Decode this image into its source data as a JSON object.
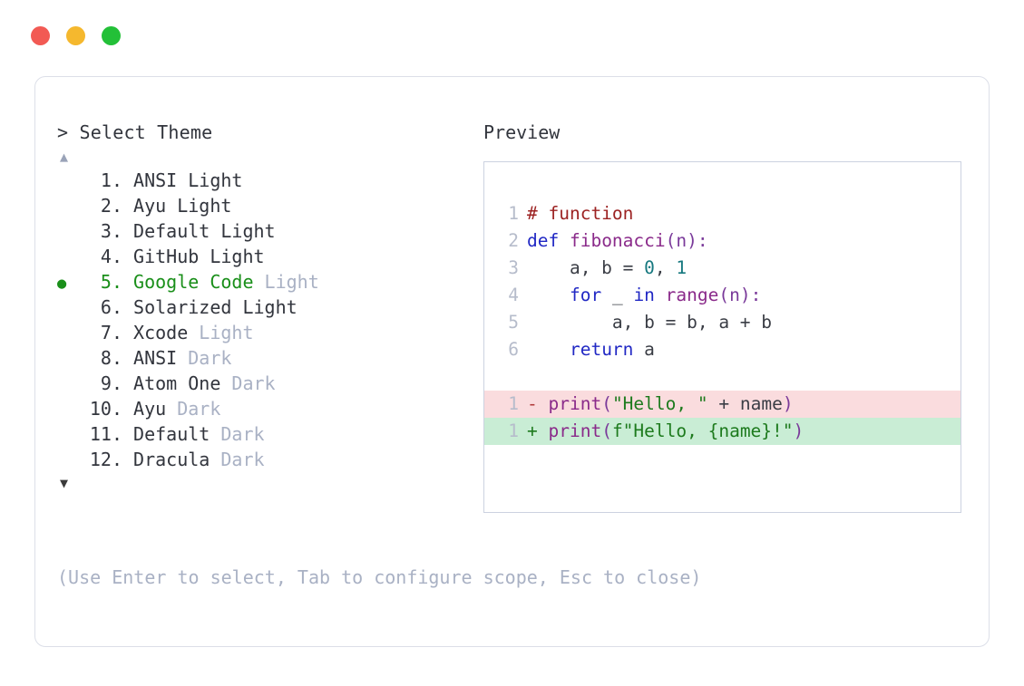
{
  "window": {
    "traffic_lights": [
      {
        "name": "close-button",
        "color": "#f25a54"
      },
      {
        "name": "minimize-button",
        "color": "#f5b82e"
      },
      {
        "name": "maximize-button",
        "color": "#23c038"
      }
    ]
  },
  "selector": {
    "prompt": "> Select Theme",
    "scroll_up_indicator": "▲",
    "scroll_down_indicator": "▼",
    "selected_index": 5,
    "selected_marker": "●",
    "items": [
      {
        "number": " 1.",
        "name": "ANSI",
        "suffix": " Light",
        "suffix_dim": false,
        "selected": false,
        "marker": ""
      },
      {
        "number": " 2.",
        "name": "Ayu",
        "suffix": " Light",
        "suffix_dim": false,
        "selected": false,
        "marker": ""
      },
      {
        "number": " 3.",
        "name": "Default",
        "suffix": " Light",
        "suffix_dim": false,
        "selected": false,
        "marker": ""
      },
      {
        "number": " 4.",
        "name": "GitHub",
        "suffix": " Light",
        "suffix_dim": false,
        "selected": false,
        "marker": ""
      },
      {
        "number": " 5.",
        "name": "Google Code",
        "suffix": " Light",
        "suffix_dim": true,
        "selected": true,
        "marker": "●"
      },
      {
        "number": " 6.",
        "name": "Solarized",
        "suffix": " Light",
        "suffix_dim": false,
        "selected": false,
        "marker": ""
      },
      {
        "number": " 7.",
        "name": "Xcode",
        "suffix": " Light",
        "suffix_dim": true,
        "selected": false,
        "marker": ""
      },
      {
        "number": " 8.",
        "name": "ANSI",
        "suffix": " Dark",
        "suffix_dim": true,
        "selected": false,
        "marker": ""
      },
      {
        "number": " 9.",
        "name": "Atom One",
        "suffix": " Dark",
        "suffix_dim": true,
        "selected": false,
        "marker": ""
      },
      {
        "number": "10.",
        "name": "Ayu",
        "suffix": " Dark",
        "suffix_dim": true,
        "selected": false,
        "marker": ""
      },
      {
        "number": "11.",
        "name": "Default",
        "suffix": " Dark",
        "suffix_dim": true,
        "selected": false,
        "marker": ""
      },
      {
        "number": "12.",
        "name": "Dracula",
        "suffix": " Dark",
        "suffix_dim": true,
        "selected": false,
        "marker": ""
      }
    ],
    "hint": "(Use Enter to select, Tab to configure scope, Esc to close)"
  },
  "preview": {
    "label": "Preview",
    "code_lines": [
      {
        "gutter": "1",
        "kind": "normal",
        "tokens": [
          {
            "text": "# function",
            "cls": "t-comment"
          }
        ]
      },
      {
        "gutter": "2",
        "kind": "normal",
        "tokens": [
          {
            "text": "def ",
            "cls": "t-keyword"
          },
          {
            "text": "fibonacci",
            "cls": "t-func"
          },
          {
            "text": "(n):",
            "cls": "t-punc"
          }
        ]
      },
      {
        "gutter": "3",
        "kind": "normal",
        "tokens": [
          {
            "text": "    a, b = ",
            "cls": "t-plain"
          },
          {
            "text": "0",
            "cls": "t-num"
          },
          {
            "text": ", ",
            "cls": "t-plain"
          },
          {
            "text": "1",
            "cls": "t-num"
          }
        ]
      },
      {
        "gutter": "4",
        "kind": "normal",
        "tokens": [
          {
            "text": "    ",
            "cls": "t-plain"
          },
          {
            "text": "for",
            "cls": "t-keyword"
          },
          {
            "text": " _ ",
            "cls": "t-plain"
          },
          {
            "text": "in",
            "cls": "t-keyword"
          },
          {
            "text": " ",
            "cls": "t-plain"
          },
          {
            "text": "range",
            "cls": "t-builtin"
          },
          {
            "text": "(n):",
            "cls": "t-punc"
          }
        ]
      },
      {
        "gutter": "5",
        "kind": "normal",
        "tokens": [
          {
            "text": "        a, b = b, a + b",
            "cls": "t-plain"
          }
        ]
      },
      {
        "gutter": "6",
        "kind": "normal",
        "tokens": [
          {
            "text": "    ",
            "cls": "t-plain"
          },
          {
            "text": "return",
            "cls": "t-keyword"
          },
          {
            "text": " a",
            "cls": "t-plain"
          }
        ]
      },
      {
        "gutter": "",
        "kind": "spacer",
        "tokens": []
      },
      {
        "gutter": "1",
        "kind": "diff-del",
        "tokens": [
          {
            "text": "- ",
            "cls": "t-delmark"
          },
          {
            "text": "print",
            "cls": "t-builtin"
          },
          {
            "text": "(",
            "cls": "t-punc"
          },
          {
            "text": "\"Hello, \"",
            "cls": "t-string"
          },
          {
            "text": " + ",
            "cls": "t-plain"
          },
          {
            "text": "name",
            "cls": "t-plain"
          },
          {
            "text": ")",
            "cls": "t-punc"
          }
        ]
      },
      {
        "gutter": "1",
        "kind": "diff-add",
        "tokens": [
          {
            "text": "+ ",
            "cls": "t-addmark"
          },
          {
            "text": "print",
            "cls": "t-builtin"
          },
          {
            "text": "(",
            "cls": "t-punc"
          },
          {
            "text": "f\"Hello, {name}!\"",
            "cls": "t-string"
          },
          {
            "text": ")",
            "cls": "t-punc"
          }
        ]
      }
    ]
  }
}
